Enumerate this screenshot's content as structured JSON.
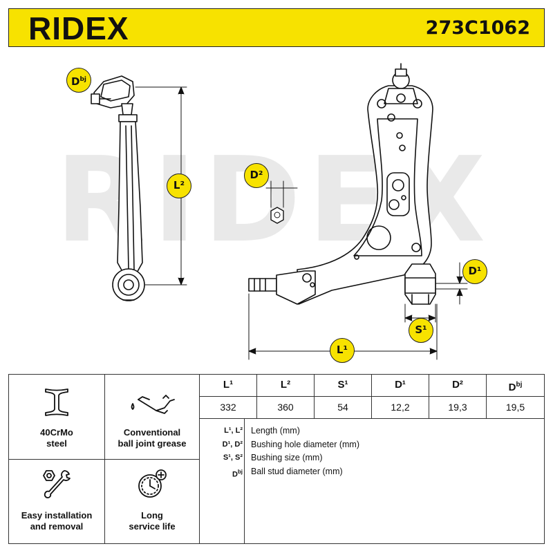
{
  "header": {
    "brand": "RIDEX",
    "part_number": "273C1062",
    "color": "#f7e200"
  },
  "watermark": "RIDEX",
  "dimension_labels": {
    "dbj": "D",
    "dbj_sup": "bj",
    "l2": "L²",
    "d2": "D²",
    "d1": "D¹",
    "s1": "S¹",
    "l1": "L¹"
  },
  "features": [
    {
      "icon": "i-beam-icon",
      "label_line1": "40CrMo",
      "label_line2": "steel"
    },
    {
      "icon": "oil-can-icon",
      "label_line1": "Conventional",
      "label_line2": "ball joint grease"
    },
    {
      "icon": "nut-wrench-icon",
      "label_line1": "Easy installation",
      "label_line2": "and removal"
    },
    {
      "icon": "clock-plus-icon",
      "label_line1": "Long",
      "label_line2": "service life"
    }
  ],
  "spec_table": {
    "headers": [
      "L¹",
      "L²",
      "S¹",
      "D¹",
      "D²",
      "D"
    ],
    "last_header_sup": "bj",
    "values": [
      "332",
      "360",
      "54",
      "12,2",
      "19,3",
      "19,5"
    ]
  },
  "legend": [
    {
      "abbr": "L¹, L²",
      "text": "Length (mm)"
    },
    {
      "abbr": "D¹, D²",
      "text": "Bushing hole diameter (mm)"
    },
    {
      "abbr": "S¹, S²",
      "text": "Bushing size (mm)"
    },
    {
      "abbr": "D",
      "abbr_sup": "bj",
      "text": "Ball stud diameter (mm)"
    }
  ]
}
